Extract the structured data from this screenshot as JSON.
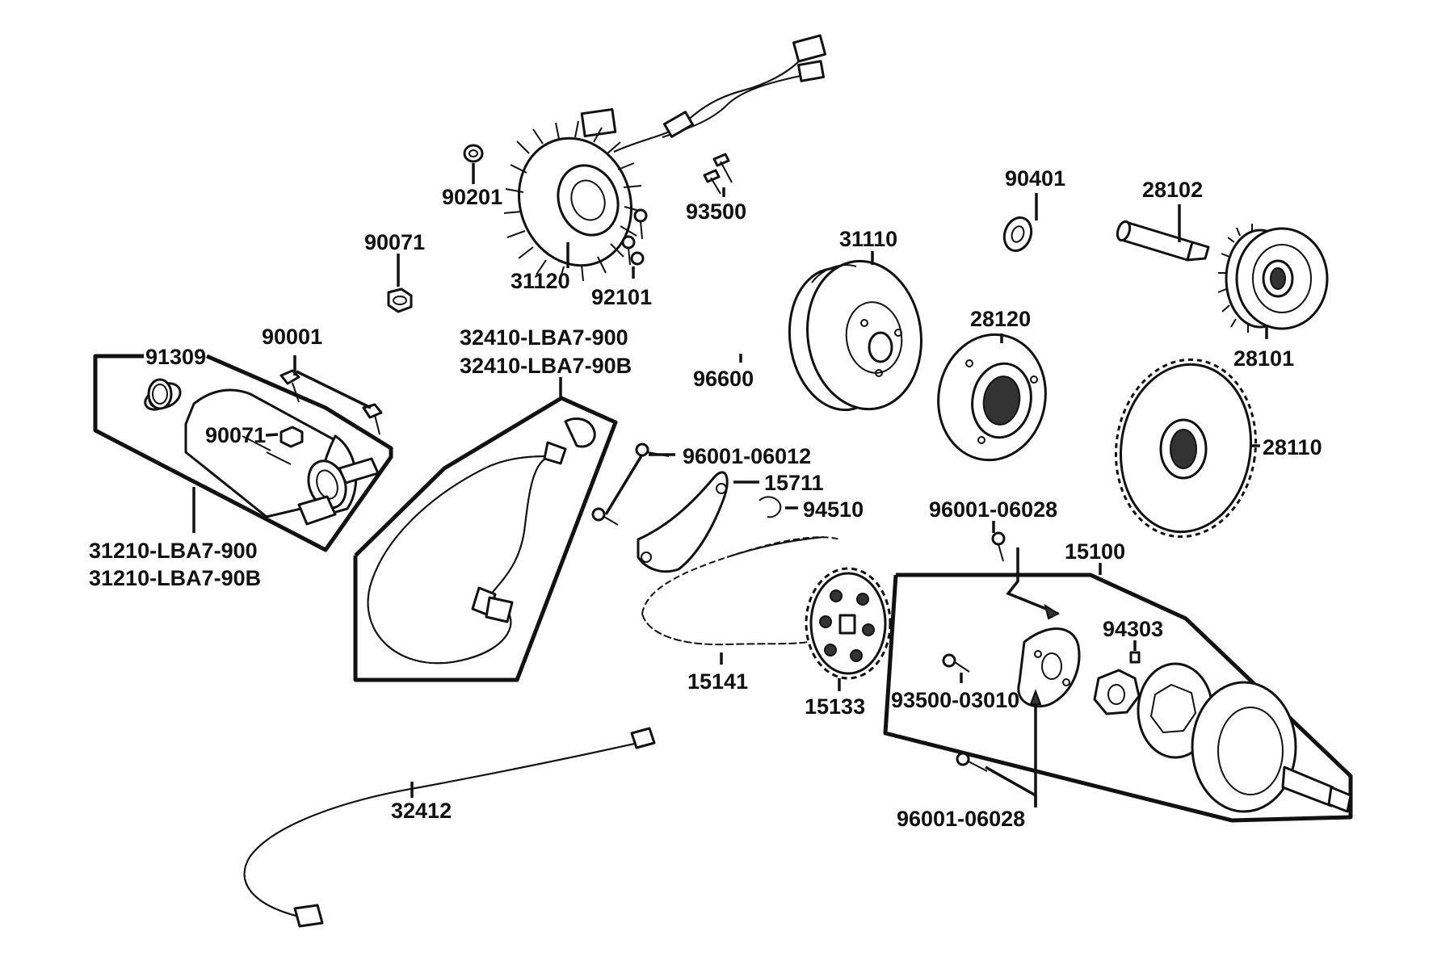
{
  "labels": {
    "p90201": "90201",
    "p93500": "93500",
    "p90071_top": "90071",
    "p31120": "31120",
    "p92101": "92101",
    "p90001": "90001",
    "p91309": "91309",
    "p90071_motor": "90071",
    "p31210_a": "31210-LBA7-900",
    "p31210_b": "31210-LBA7-90B",
    "p32410_a": "32410-LBA7-900",
    "p32410_b": "32410-LBA7-90B",
    "p96600": "96600",
    "p31110": "31110",
    "p90401": "90401",
    "p28102": "28102",
    "p28120": "28120",
    "p28101": "28101",
    "p28110": "28110",
    "p96001_06012": "96001-06012",
    "p15711": "15711",
    "p94510": "94510",
    "p96001_06028_top": "96001-06028",
    "p15100": "15100",
    "p94303": "94303",
    "p93500_03010": "93500-03010",
    "p15141": "15141",
    "p15133": "15133",
    "p32412": "32412",
    "p96001_06028_bottom": "96001-06028"
  }
}
